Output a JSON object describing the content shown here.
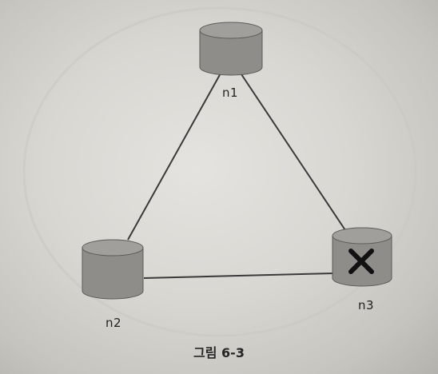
{
  "diagram": {
    "nodes": [
      {
        "id": "n1",
        "label": "n1",
        "failed": false
      },
      {
        "id": "n2",
        "label": "n2",
        "failed": false
      },
      {
        "id": "n3",
        "label": "n3",
        "failed": true
      }
    ],
    "edges": [
      {
        "from": "n1",
        "to": "n2"
      },
      {
        "from": "n1",
        "to": "n3"
      },
      {
        "from": "n2",
        "to": "n3"
      }
    ],
    "failure_mark": "x-icon",
    "colors": {
      "node_fill": "#8f8d89",
      "node_top": "#a19f9b",
      "line": "#3a3a3a",
      "mark": "#111111"
    }
  },
  "caption": "그림 6-3"
}
